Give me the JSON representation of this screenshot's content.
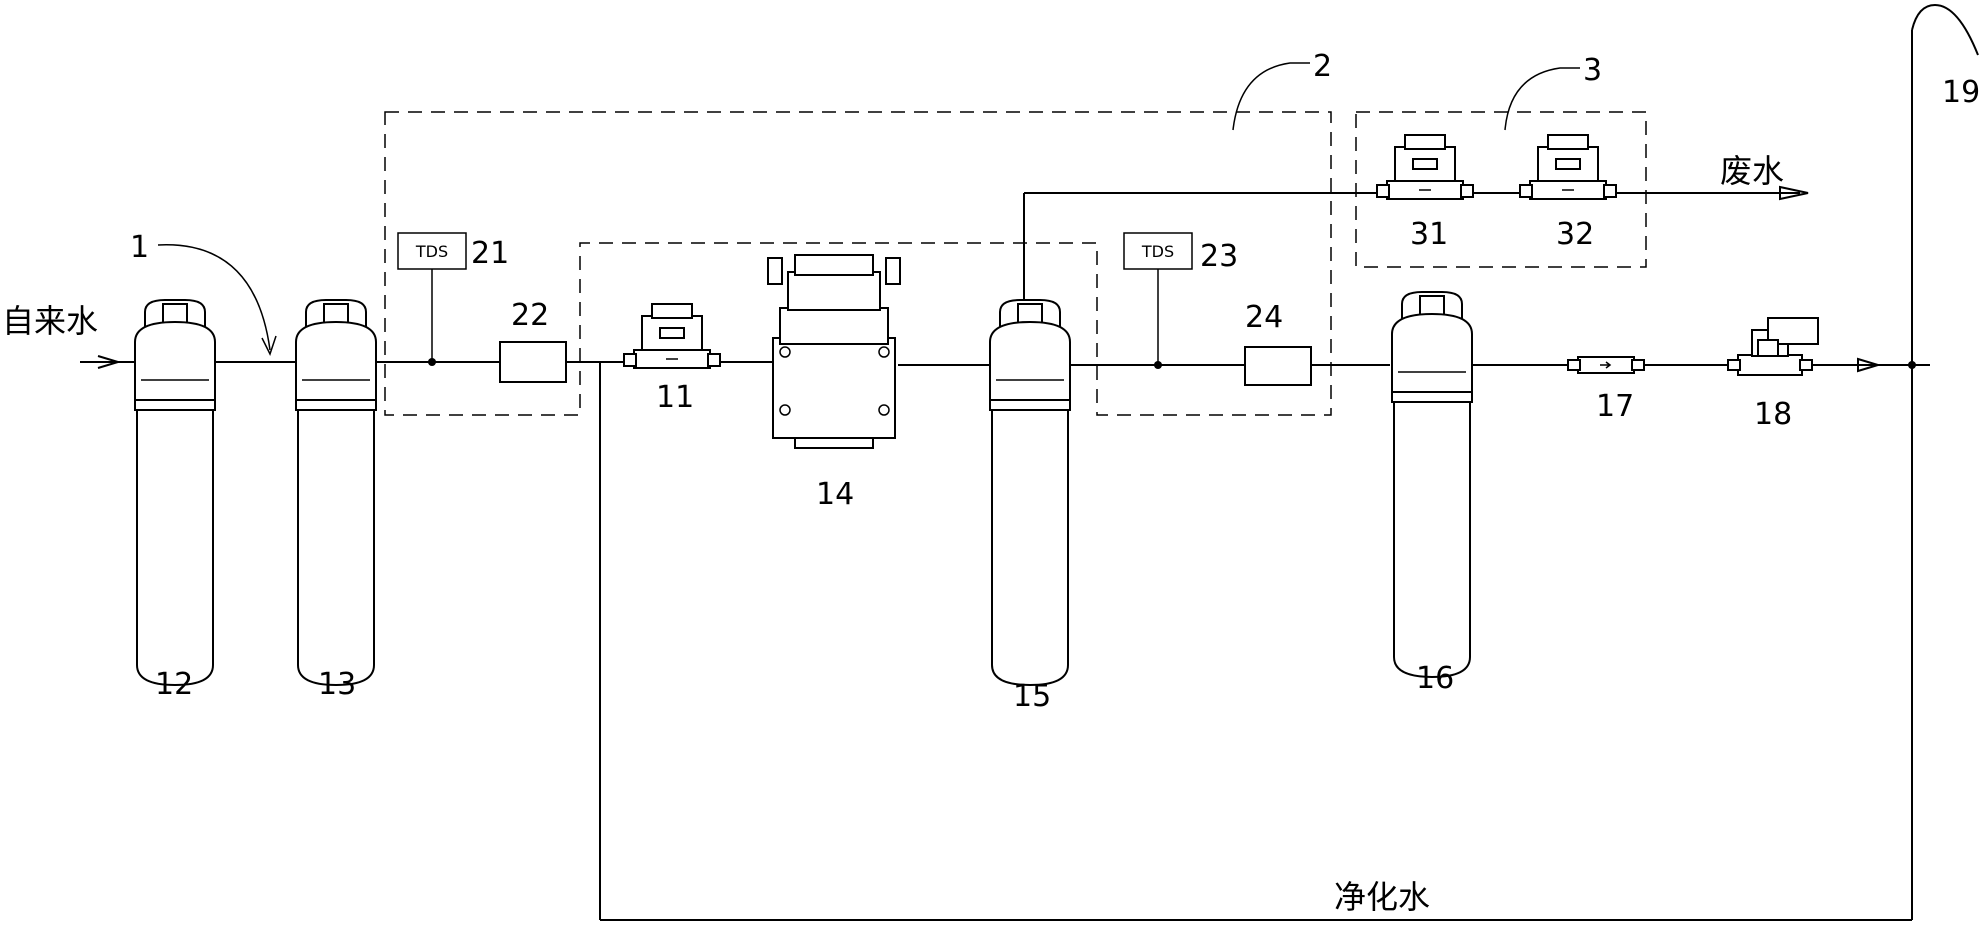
{
  "labels": {
    "inlet": "自来水",
    "waste_water": "废水",
    "purified_water": "净化水",
    "tds_sensor_label": "TDS"
  },
  "numbers": {
    "n1": "1",
    "n2": "2",
    "n3": "3",
    "n11": "11",
    "n12": "12",
    "n13": "13",
    "n14": "14",
    "n15": "15",
    "n16": "16",
    "n17": "17",
    "n18": "18",
    "n19": "19",
    "n21": "21",
    "n22": "22",
    "n23": "23",
    "n24": "24",
    "n31": "31",
    "n32": "32"
  }
}
